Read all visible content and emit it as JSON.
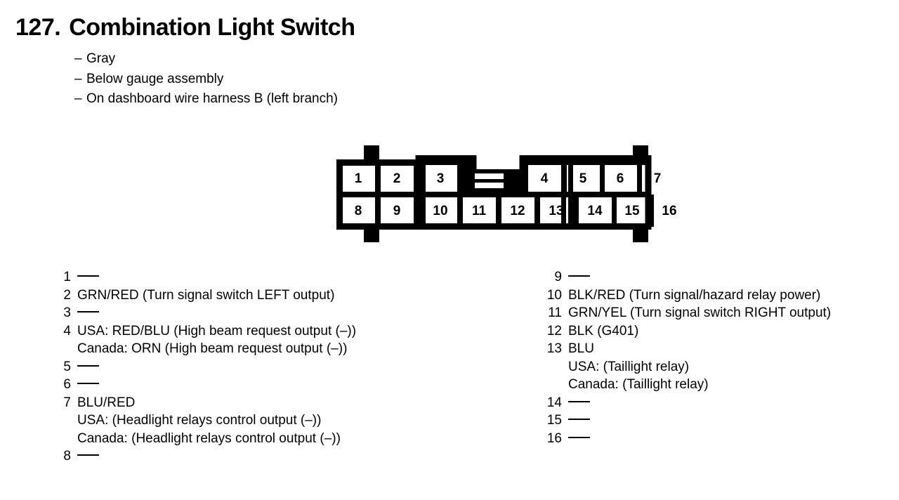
{
  "header": {
    "number": "127.",
    "title": "Combination Light Switch",
    "bullets": [
      {
        "dash": "–",
        "text": "Gray"
      },
      {
        "dash": "–",
        "text": "Below gauge assembly"
      },
      {
        "dash": "–",
        "text": "On dashboard wire harness B (left branch)"
      }
    ]
  },
  "connector": {
    "name": "16-pin-connector-diagram",
    "top_row": [
      "1",
      "2",
      "3",
      "4",
      "5",
      "6",
      "7"
    ],
    "bottom_row": [
      "8",
      "9",
      "10",
      "11",
      "12",
      "13",
      "14",
      "15",
      "16"
    ],
    "outline_color": "#000000",
    "fill_color": "#ffffff"
  },
  "pins_left": [
    {
      "num": "1",
      "dash": true,
      "desc": "",
      "sublines": []
    },
    {
      "num": "2",
      "dash": false,
      "desc": "GRN/RED (Turn signal switch LEFT output)",
      "sublines": []
    },
    {
      "num": "3",
      "dash": true,
      "desc": "",
      "sublines": []
    },
    {
      "num": "4",
      "dash": false,
      "desc": "USA: RED/BLU (High beam request output (–))",
      "sublines": [
        "Canada: ORN (High beam request output (–))"
      ]
    },
    {
      "num": "5",
      "dash": true,
      "desc": "",
      "sublines": []
    },
    {
      "num": "6",
      "dash": true,
      "desc": "",
      "sublines": []
    },
    {
      "num": "7",
      "dash": false,
      "desc": "BLU/RED",
      "sublines": [
        "USA: (Headlight relays control output (–))",
        "Canada: (Headlight relays control output (–))"
      ]
    },
    {
      "num": "8",
      "dash": true,
      "desc": "",
      "sublines": []
    }
  ],
  "pins_right": [
    {
      "num": "9",
      "dash": true,
      "desc": "",
      "sublines": []
    },
    {
      "num": "10",
      "dash": false,
      "desc": "BLK/RED (Turn signal/hazard relay power)",
      "sublines": []
    },
    {
      "num": "11",
      "dash": false,
      "desc": "GRN/YEL (Turn signal switch RIGHT output)",
      "sublines": []
    },
    {
      "num": "12",
      "dash": false,
      "desc": "BLK (G401)",
      "sublines": []
    },
    {
      "num": "13",
      "dash": false,
      "desc": "BLU",
      "sublines": [
        "USA: (Taillight relay)",
        "Canada: (Taillight relay)"
      ]
    },
    {
      "num": "14",
      "dash": true,
      "desc": "",
      "sublines": []
    },
    {
      "num": "15",
      "dash": true,
      "desc": "",
      "sublines": []
    },
    {
      "num": "16",
      "dash": true,
      "desc": "",
      "sublines": []
    }
  ]
}
